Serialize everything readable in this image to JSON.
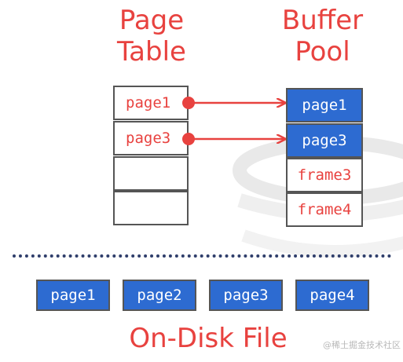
{
  "page_table": {
    "title_line1": "Page",
    "title_line2": "Table",
    "rows": [
      "page1",
      "page3",
      "",
      ""
    ]
  },
  "buffer_pool": {
    "title_line1": "Buffer",
    "title_line2": "Pool",
    "rows": [
      {
        "label": "page1",
        "filled": true
      },
      {
        "label": "page3",
        "filled": true
      },
      {
        "label": "frame3",
        "filled": false
      },
      {
        "label": "frame4",
        "filled": false
      }
    ]
  },
  "disk": {
    "pages": [
      "page1",
      "page2",
      "page3",
      "page4"
    ],
    "caption": "On-Disk File"
  },
  "watermark": "@稀土掘金技术社区",
  "colors": {
    "accent": "#e8423f",
    "page_fill": "#2d6bd1",
    "border": "#555555",
    "separator": "#2f3e6b"
  }
}
